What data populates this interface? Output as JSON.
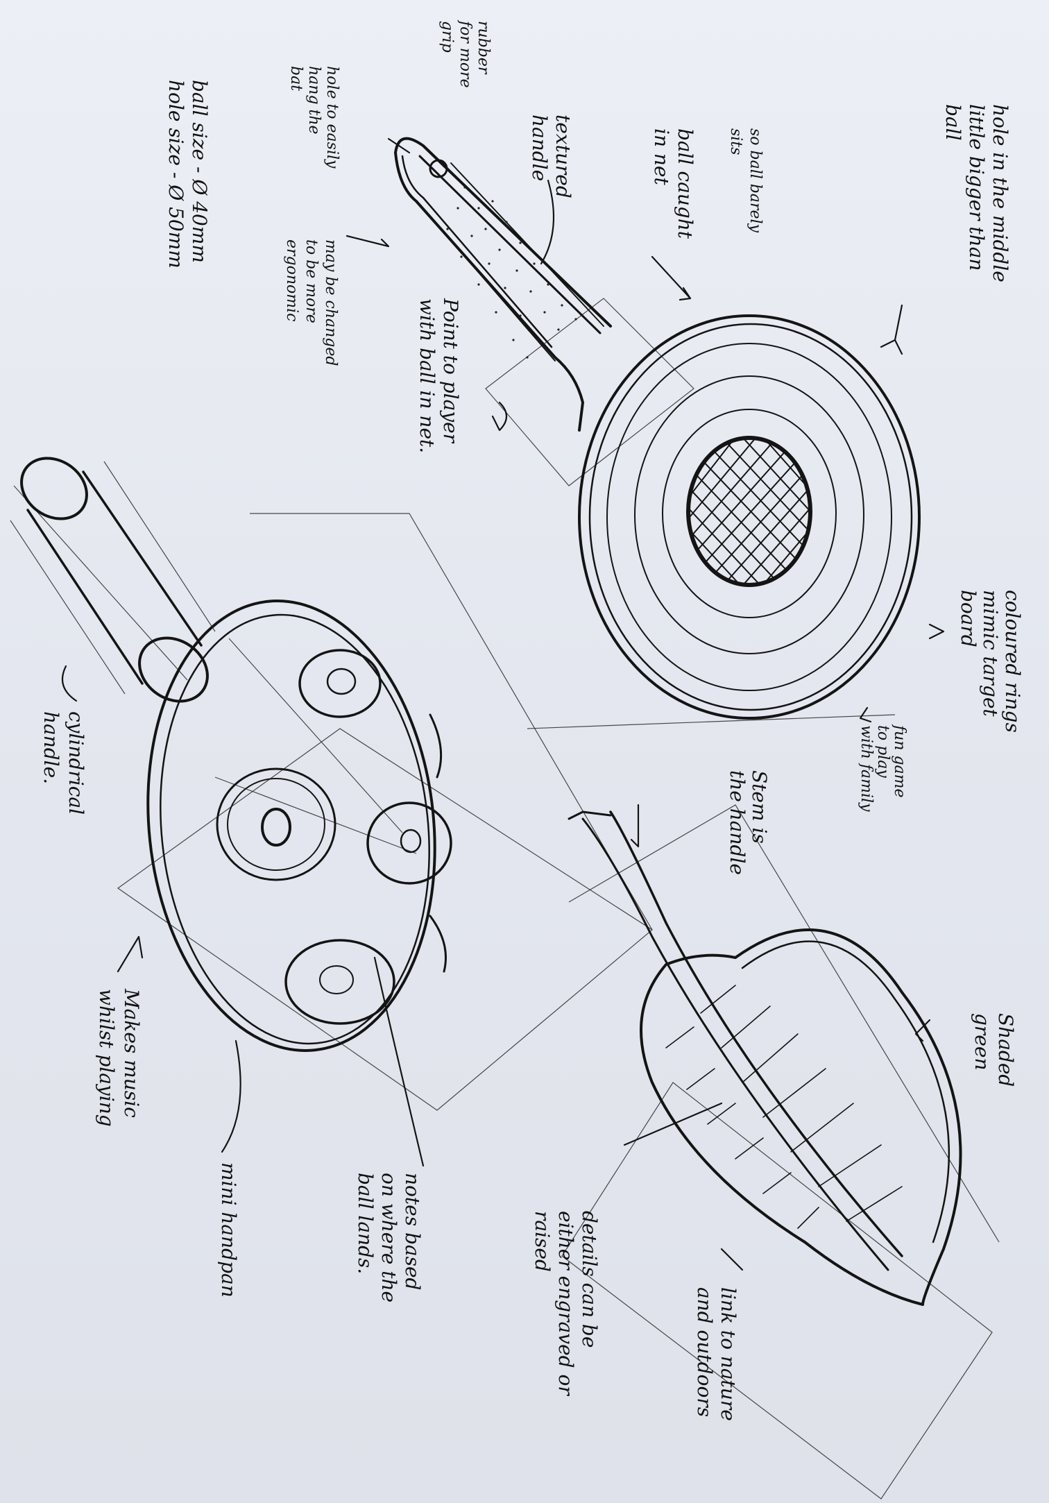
{
  "annotations": {
    "hole_middle": [
      "hole in the middle",
      "little bigger than",
      "ball"
    ],
    "ball_size": "ball size - Ø 40mm",
    "hole_size": "hole size - Ø 50mm",
    "ball_fit": [
      "so ball barely",
      "sits"
    ],
    "ball_caught": [
      "ball caught",
      "in net"
    ],
    "textured_handle": [
      "textured",
      "handle"
    ],
    "rubber_grip": [
      "rubber",
      "for more",
      "grip"
    ],
    "hang_hole": [
      "hole to easily",
      "hang the",
      "bat"
    ],
    "ergonomic": [
      "may be changed",
      "to be more",
      "ergonomic"
    ],
    "point_to_player": [
      "Point to player",
      "with ball in net."
    ],
    "coloured_rings": [
      "coloured rings",
      "mimic target",
      "board"
    ],
    "fun_game": [
      "fun game",
      "to play",
      "with family"
    ],
    "stem_handle": [
      "Stem is",
      "the handle"
    ],
    "shaded_green": [
      "Shaded",
      "green"
    ],
    "details": [
      "details can be",
      "either engraved or",
      "raised"
    ],
    "nature": [
      "link to nature",
      "and outdoors"
    ],
    "notes_based": [
      "notes based",
      "on where the",
      "ball lands."
    ],
    "mini_handpan": "mini handpan",
    "makes_music": [
      "Makes music",
      "whilst playing"
    ],
    "cylindrical_handle": [
      "cylindrical",
      "handle."
    ]
  }
}
